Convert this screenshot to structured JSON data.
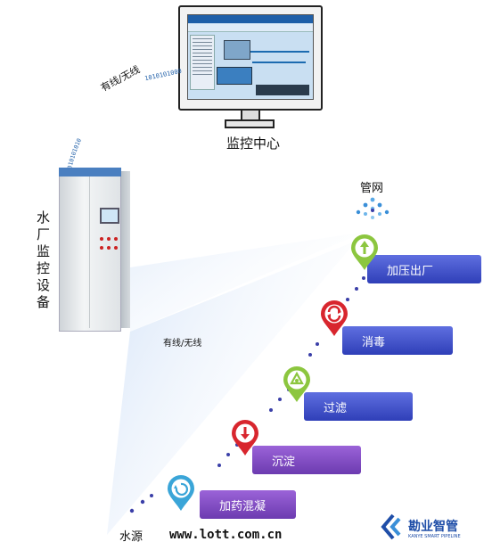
{
  "monitor": {
    "label": "监控中心"
  },
  "cabinet": {
    "label": "水厂监控设备"
  },
  "link": {
    "upper_label": "有线/无线",
    "upper_bits": "1010101000",
    "upper_bits_left": "010101010",
    "lower_label": "有线/无线"
  },
  "pipe_network": {
    "label": "管网"
  },
  "steps": [
    {
      "label": "加药混凝",
      "icon": "recycle-icon",
      "color": "#3aa5d8"
    },
    {
      "label": "沉淀",
      "icon": "down-arrow-icon",
      "color": "#d8262e"
    },
    {
      "label": "过滤",
      "icon": "filter-icon",
      "color": "#8cc63f"
    },
    {
      "label": "消毒",
      "icon": "disinfect-icon",
      "color": "#d8262e"
    },
    {
      "label": "加压出厂",
      "icon": "up-arrow-icon",
      "color": "#8cc63f"
    }
  ],
  "source": {
    "label": "水源"
  },
  "footer": {
    "url": "www.lott.com.cn",
    "brand": "勘业智管",
    "brand_sub": "KANYE SMART PIPELINE"
  },
  "colors": {
    "bar_blue": "#3848c8",
    "bar_purple": "#7a45c0",
    "dot": "#3a3fa8",
    "monitor_blue": "#1f5fa8"
  }
}
